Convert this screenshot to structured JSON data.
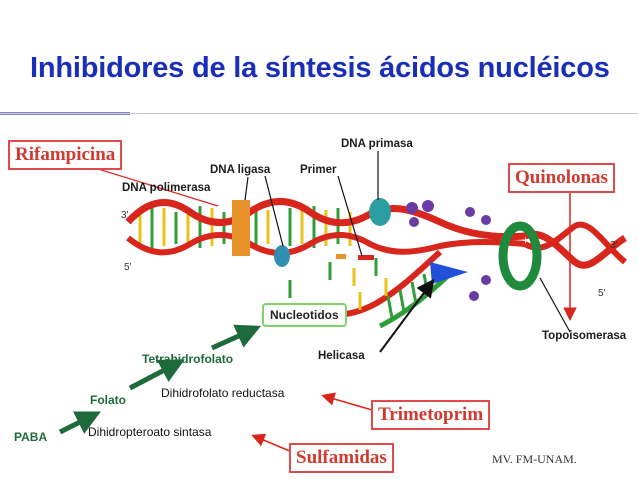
{
  "title": "Inhibidores de la síntesis ácidos nucléicos",
  "drugs": {
    "rifampicina": "Rifampicina",
    "quinolonas": "Quinolonas",
    "trimetoprim": "Trimetoprim",
    "sulfamidas": "Sulfamidas"
  },
  "dna_labels": {
    "dna_primasa": "DNA primasa",
    "dna_ligasa": "DNA ligasa",
    "primer": "Primer",
    "dna_polimerasa": "DNA polimerasa",
    "nucleotidos": "Nucleotidos",
    "helicasa": "Helicasa",
    "topoisomerasa": "Topoisomerasa",
    "three_prime_left": "3'",
    "five_prime_left": "5'",
    "three_prime_right": "3'",
    "five_prime_right": "5'"
  },
  "pathway": {
    "tetrahidrofolato": "Tetrahidrofolato",
    "folato": "Folato",
    "paba": "PABA",
    "dihidrofolato_reductasa": "Dihidrofolato reductasa",
    "dihidropteroato_sintasa": "Dihidropteroato sintasa"
  },
  "credit": "MV. FM-UNAM.",
  "colors": {
    "title": "#1a2fb8",
    "drug_border": "#e04a4a",
    "drug_text": "#d03a2f",
    "dna_red": "#d9261c",
    "dna_green": "#2f9e3a",
    "pathway_arrow": "#1e6a3a"
  }
}
